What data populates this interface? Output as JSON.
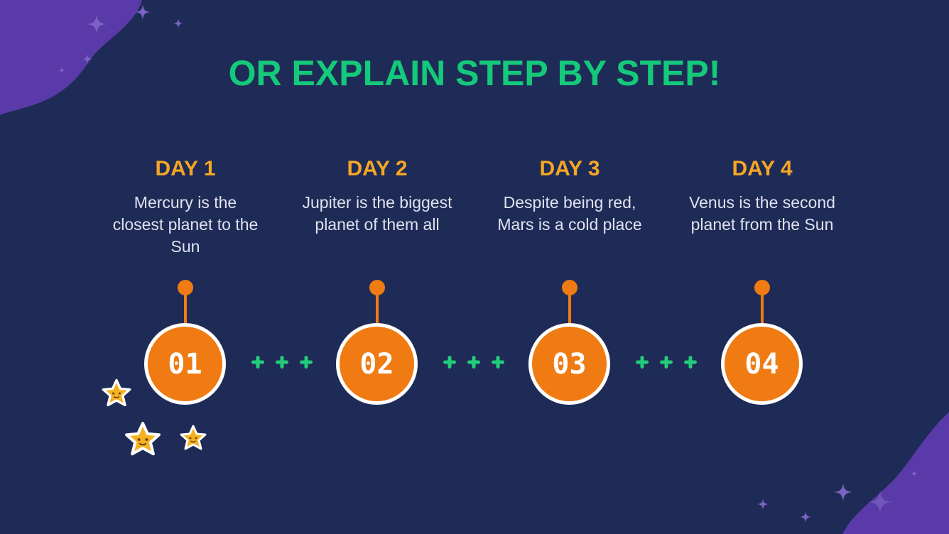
{
  "slide": {
    "title": "OR EXPLAIN STEP BY STEP!",
    "colors": {
      "background": "#1f2b57",
      "title": "#14c97a",
      "heading": "#f5a623",
      "body_text": "#dfe3ee",
      "accent_orange": "#ef7b12",
      "connector_green": "#22cc7a",
      "blob_purple": "#5a3aa8"
    },
    "steps": [
      {
        "heading": "DAY 1",
        "text": "Mercury is the closest planet to the Sun",
        "number": "01"
      },
      {
        "heading": "DAY 2",
        "text": "Jupiter is the biggest planet of them all",
        "number": "02"
      },
      {
        "heading": "DAY 3",
        "text": "Despite being red, Mars is a cold place",
        "number": "03"
      },
      {
        "heading": "DAY 4",
        "text": "Venus is the second planet from the Sun",
        "number": "04"
      }
    ],
    "decorations": {
      "icons": [
        "sparkle-icon",
        "smiling-star-icon",
        "plus-connector-icon",
        "pin-icon"
      ]
    }
  }
}
